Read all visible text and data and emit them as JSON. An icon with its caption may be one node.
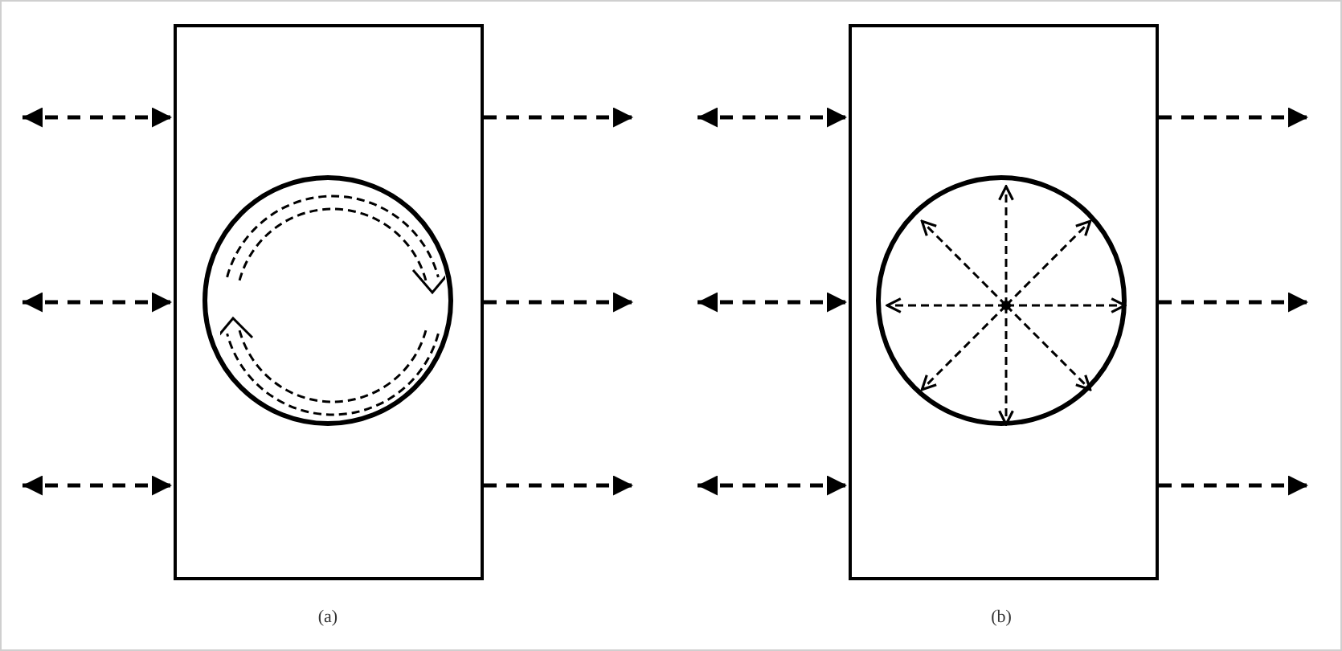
{
  "diagram": {
    "nodes": [
      {
        "text": [],
        "shape": "box"
      },
      {
        "text": [],
        "shape": "circle",
        "in": 0
      },
      {
        "text": [],
        "shape": "box"
      },
      {
        "text": [],
        "shape": "circle",
        "in": 2
      }
    ],
    "edges": [
      {
        "from": null,
        "to": 0,
        "arrow": "both",
        "style": "dashed"
      },
      {
        "from": null,
        "to": 0,
        "arrow": "both",
        "style": "dashed"
      },
      {
        "from": null,
        "to": 0,
        "arrow": "both",
        "style": "dashed"
      },
      {
        "from": 0,
        "to": null,
        "arrow": "to",
        "style": "dashed"
      },
      {
        "from": 0,
        "to": null,
        "arrow": "to",
        "style": "dashed"
      },
      {
        "from": 0,
        "to": null,
        "arrow": "to",
        "style": "dashed"
      },
      {
        "from": null,
        "to": 2,
        "arrow": "both",
        "style": "dashed"
      },
      {
        "from": null,
        "to": 2,
        "arrow": "both",
        "style": "dashed"
      },
      {
        "from": null,
        "to": 2,
        "arrow": "both",
        "style": "dashed"
      },
      {
        "from": 2,
        "to": null,
        "arrow": "to",
        "style": "dashed"
      },
      {
        "from": 2,
        "to": null,
        "arrow": "to",
        "style": "dashed"
      },
      {
        "from": 2,
        "to": null,
        "arrow": "to",
        "style": "dashed"
      }
    ],
    "labels": [
      "(a)",
      "(b)"
    ]
  }
}
